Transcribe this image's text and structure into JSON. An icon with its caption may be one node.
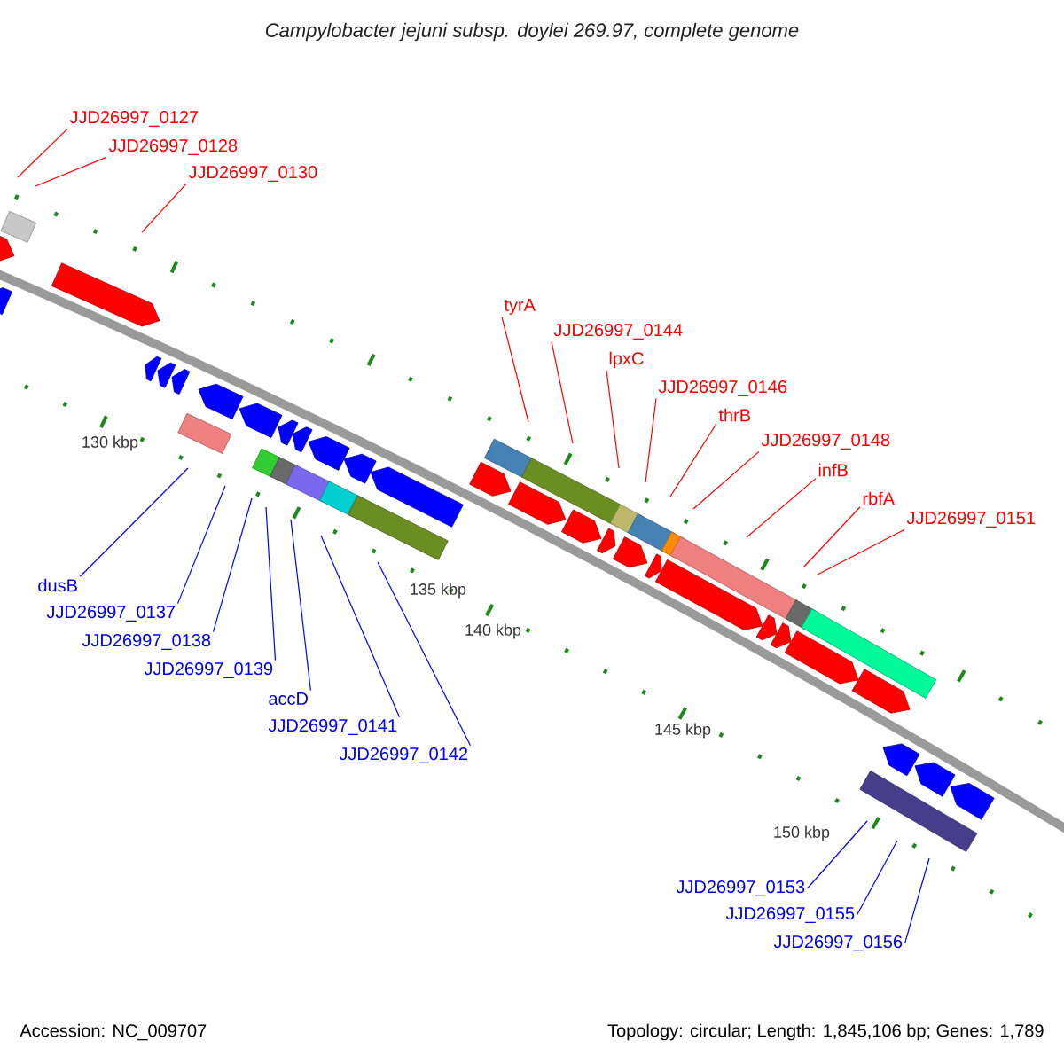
{
  "diagram": {
    "title": "Campylobacter jejuni subsp. doylei 269.97, complete genome",
    "nodes": [
      {
        "text": [
          "JJD26997_0127"
        ]
      },
      {
        "text": [
          "JJD26997_0128"
        ]
      },
      {
        "text": [
          "JJD26997_0130"
        ]
      },
      {
        "text": [
          "tyrA"
        ]
      },
      {
        "text": [
          "JJD26997_0144"
        ]
      },
      {
        "text": [
          "lpxC"
        ]
      },
      {
        "text": [
          "JJD26997_0146"
        ]
      },
      {
        "text": [
          "thrB"
        ]
      },
      {
        "text": [
          "JJD26997_0148"
        ]
      },
      {
        "text": [
          "infB"
        ]
      },
      {
        "text": [
          "rbfA"
        ]
      },
      {
        "text": [
          "JJD26997_0151"
        ]
      },
      {
        "text": [
          "dusB"
        ]
      },
      {
        "text": [
          "JJD26997_0137"
        ]
      },
      {
        "text": [
          "JJD26997_0138"
        ]
      },
      {
        "text": [
          "JJD26997_0139"
        ]
      },
      {
        "text": [
          "accD"
        ]
      },
      {
        "text": [
          "JJD26997_0141"
        ]
      },
      {
        "text": [
          "JJD26997_0142"
        ]
      },
      {
        "text": [
          "JJD26997_0153"
        ]
      },
      {
        "text": [
          "JJD26997_0155"
        ]
      },
      {
        "text": [
          "JJD26997_0156"
        ]
      }
    ],
    "edges": [
      {
        "from": 0,
        "to": null,
        "arrow": "none"
      },
      {
        "from": 1,
        "to": null,
        "arrow": "none"
      },
      {
        "from": 2,
        "to": null,
        "arrow": "none"
      },
      {
        "from": 3,
        "to": null,
        "arrow": "none"
      },
      {
        "from": 4,
        "to": null,
        "arrow": "none"
      },
      {
        "from": 5,
        "to": null,
        "arrow": "none"
      },
      {
        "from": 6,
        "to": null,
        "arrow": "none"
      },
      {
        "from": 7,
        "to": null,
        "arrow": "none"
      },
      {
        "from": 8,
        "to": null,
        "arrow": "none"
      },
      {
        "from": 9,
        "to": null,
        "arrow": "none"
      },
      {
        "from": 10,
        "to": null,
        "arrow": "none"
      },
      {
        "from": 11,
        "to": null,
        "arrow": "none"
      },
      {
        "from": 12,
        "to": null,
        "arrow": "none",
        "color": "#0000ff"
      },
      {
        "from": 13,
        "to": null,
        "arrow": "none",
        "color": "#0000ff"
      },
      {
        "from": 14,
        "to": null,
        "arrow": "none",
        "color": "#0000ff"
      },
      {
        "from": 15,
        "to": null,
        "arrow": "none",
        "color": "#0000ff"
      },
      {
        "from": 16,
        "to": null,
        "arrow": "none",
        "color": "#0000ff"
      },
      {
        "from": 17,
        "to": null,
        "arrow": "none",
        "color": "#0000ff"
      },
      {
        "from": 18,
        "to": null,
        "arrow": "none",
        "color": "#0000ff"
      },
      {
        "from": 19,
        "to": null,
        "arrow": "none",
        "color": "#0000ff"
      },
      {
        "from": 20,
        "to": null,
        "arrow": "none",
        "color": "#0000ff"
      },
      {
        "from": 21,
        "to": null,
        "arrow": "none",
        "color": "#0000ff"
      }
    ],
    "labels": [
      "130 kbp",
      "135 kbp",
      "140 kbp",
      "145 kbp",
      "150 kbp",
      "Accession: NC_009707",
      "Topology: circular; Length: 1,845,106 bp; Genes: 1,789"
    ]
  }
}
